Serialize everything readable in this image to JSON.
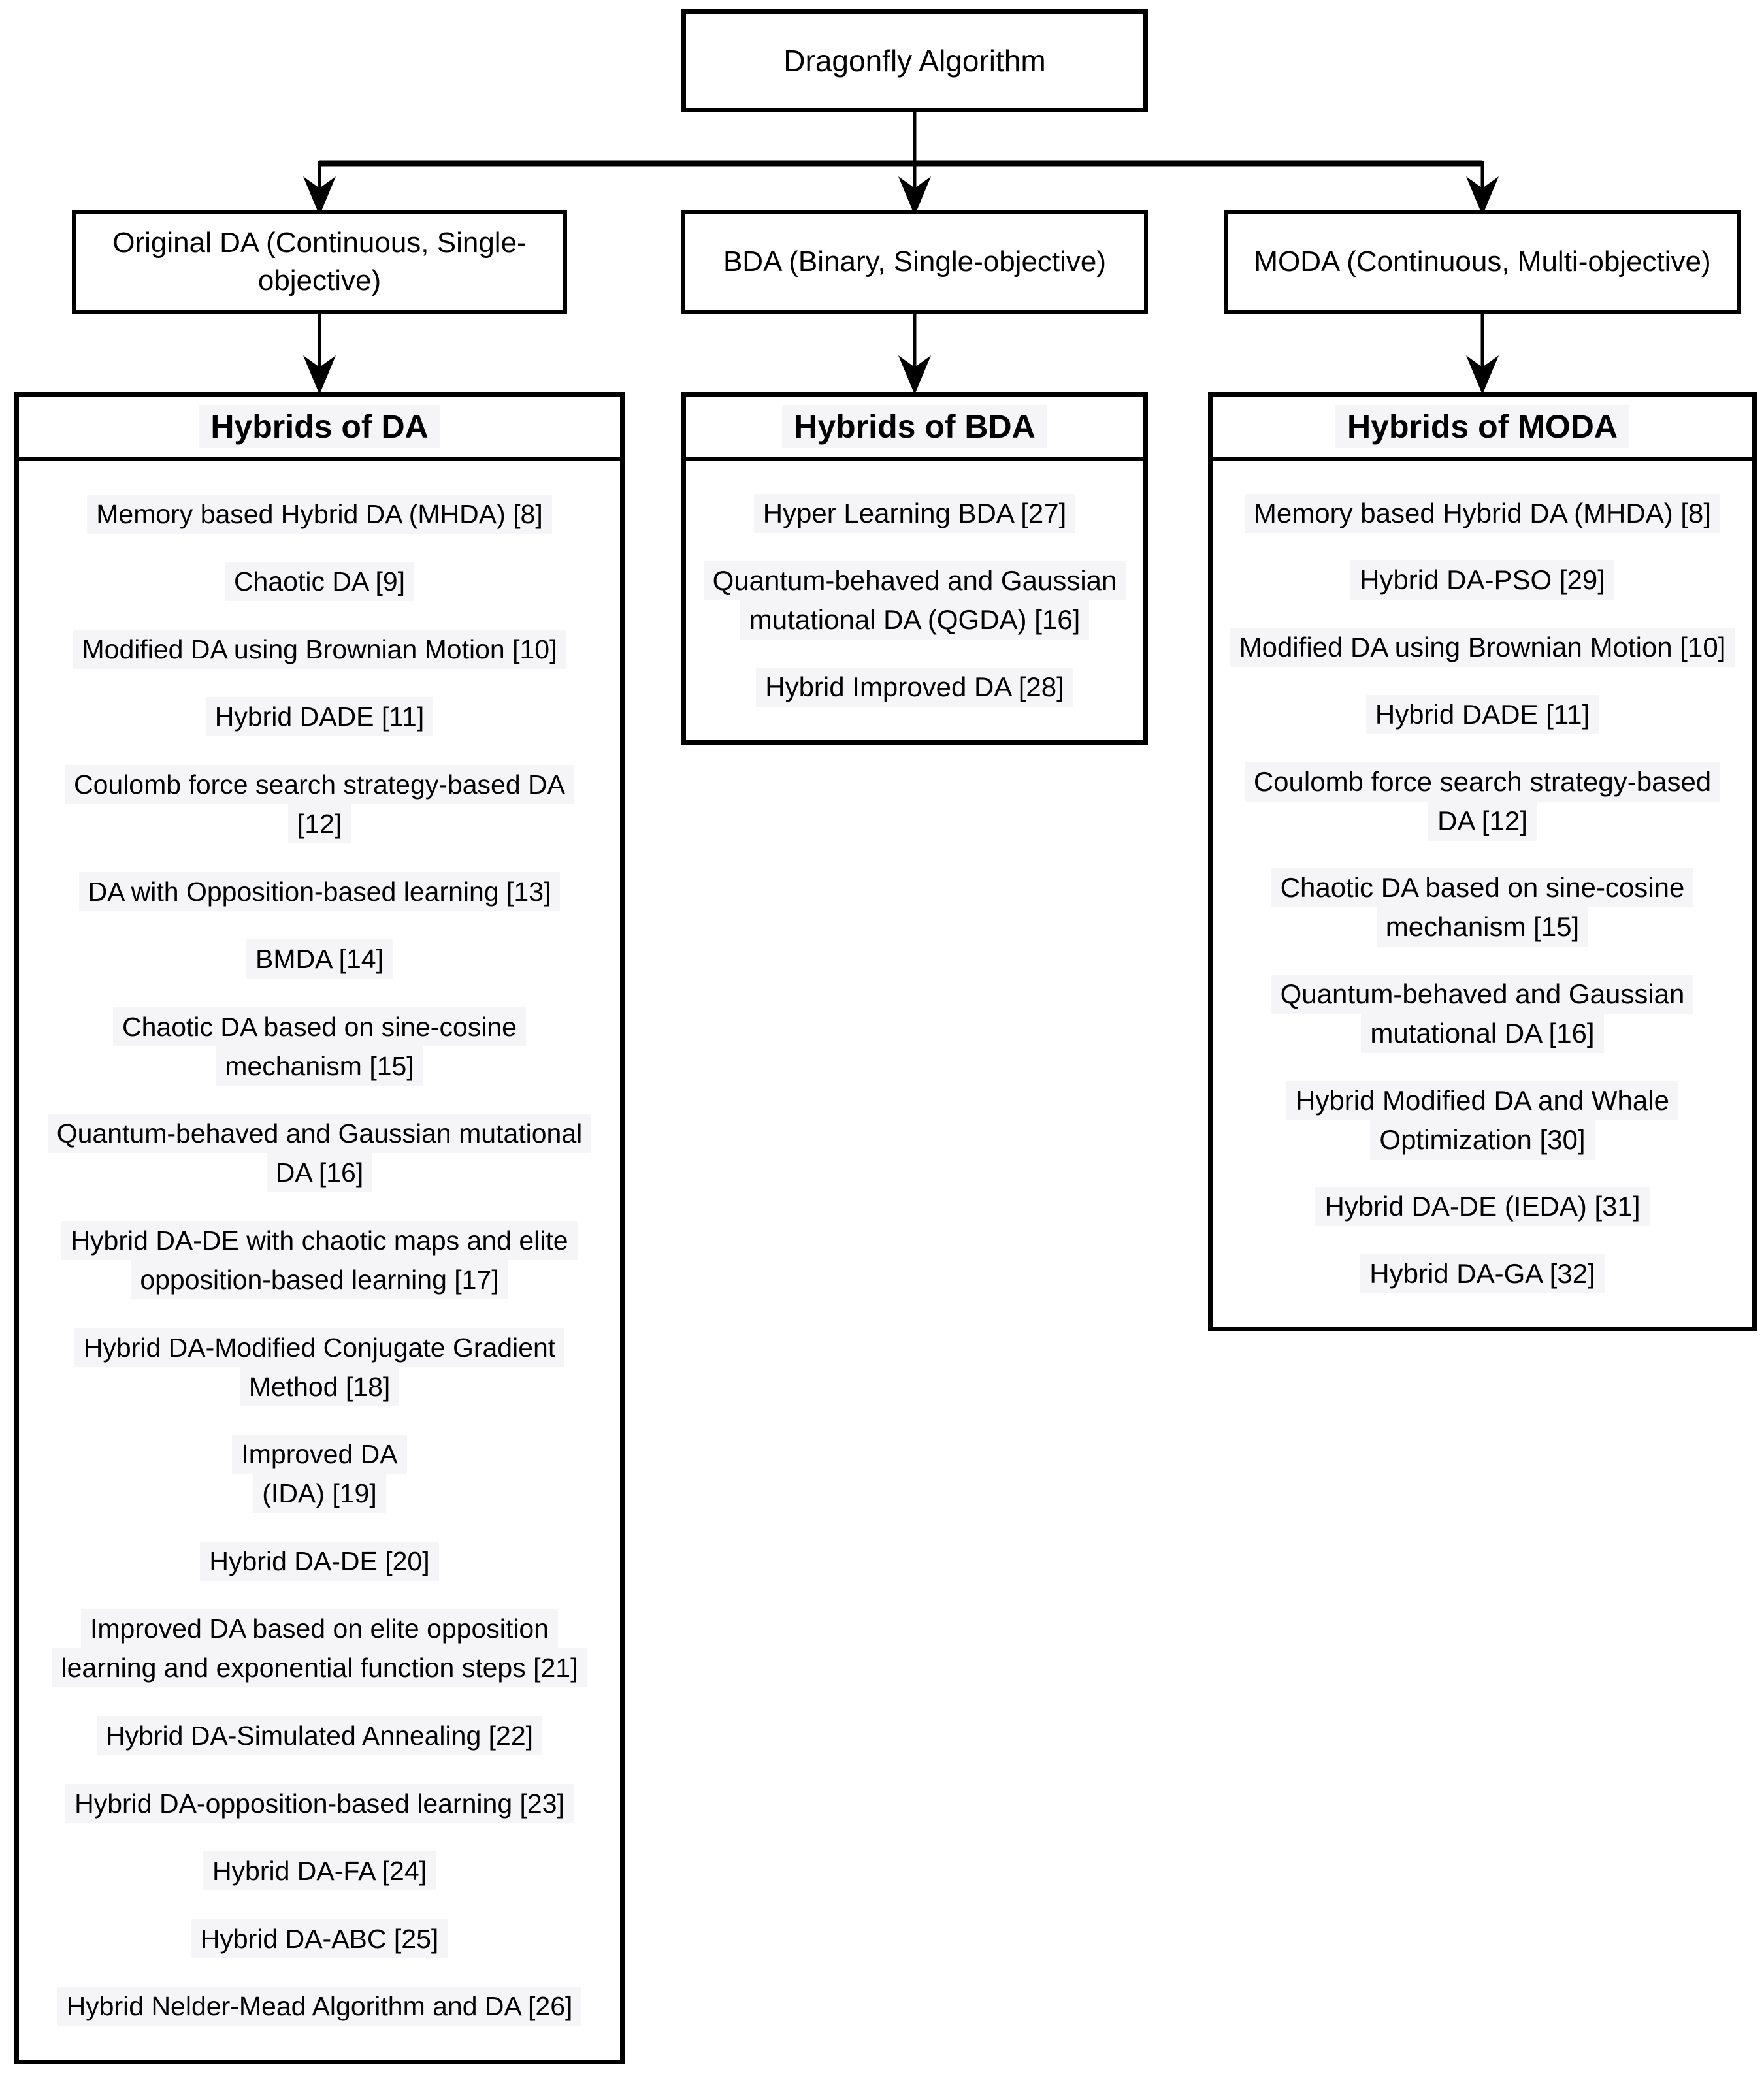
{
  "root": {
    "label": "Dragonfly Algorithm"
  },
  "branches": [
    {
      "id": "original-da",
      "label_lines": [
        "Original DA (Continuous, Single-",
        "objective)"
      ]
    },
    {
      "id": "bda",
      "label_lines": [
        "BDA (Binary, Single-objective)"
      ]
    },
    {
      "id": "moda",
      "label_lines": [
        "MODA (Continuous, Multi-objective)"
      ]
    }
  ],
  "lists": [
    {
      "title": "Hybrids of DA",
      "items": [
        {
          "lines": [
            "Memory based Hybrid DA (MHDA)  [8]"
          ]
        },
        {
          "lines": [
            "Chaotic DA [9]"
          ]
        },
        {
          "lines": [
            "Modified DA using Brownian Motion  [10]"
          ]
        },
        {
          "lines": [
            "Hybrid DADE  [11]"
          ]
        },
        {
          "lines": [
            "Coulomb force search strategy-based DA",
            "[12]"
          ]
        },
        {
          "lines": [
            "DA with Opposition-based learning  [13]"
          ]
        },
        {
          "lines": [
            "BMDA [14]"
          ]
        },
        {
          "lines": [
            "Chaotic DA based on sine-cosine",
            "mechanism  [15]"
          ]
        },
        {
          "lines": [
            "Quantum-behaved and Gaussian mutational",
            "DA  [16]"
          ]
        },
        {
          "lines": [
            "Hybrid DA-DE with chaotic maps and elite",
            "opposition-based learning  [17]"
          ]
        },
        {
          "lines": [
            "Hybrid DA-Modified Conjugate Gradient",
            "Method  [18]"
          ]
        },
        {
          "lines": [
            "Improved DA",
            "(IDA)  [19]"
          ]
        },
        {
          "lines": [
            "Hybrid DA-DE  [20]"
          ]
        },
        {
          "lines": [
            "Improved DA based on elite opposition",
            "learning and exponential function steps  [21]"
          ]
        },
        {
          "lines": [
            "Hybrid DA-Simulated Annealing  [22]"
          ]
        },
        {
          "lines": [
            "Hybrid DA-opposition-based learning  [23]"
          ]
        },
        {
          "lines": [
            "Hybrid DA-FA  [24]"
          ]
        },
        {
          "lines": [
            "Hybrid DA-ABC  [25]"
          ]
        },
        {
          "lines": [
            "Hybrid Nelder-Mead Algorithm and DA  [26]"
          ]
        }
      ]
    },
    {
      "title": "Hybrids of BDA",
      "items": [
        {
          "lines": [
            "Hyper Learning BDA [27]"
          ]
        },
        {
          "lines": [
            "Quantum-behaved and Gaussian",
            "mutational DA (QGDA)  [16]"
          ]
        },
        {
          "lines": [
            "Hybrid Improved DA  [28]"
          ]
        }
      ]
    },
    {
      "title": "Hybrids of MODA",
      "items": [
        {
          "lines": [
            "Memory based Hybrid DA (MHDA)  [8]"
          ]
        },
        {
          "lines": [
            "Hybrid DA-PSO  [29]"
          ]
        },
        {
          "lines": [
            "Modified DA using Brownian Motion  [10]"
          ]
        },
        {
          "lines": [
            "Hybrid DADE  [11]"
          ]
        },
        {
          "lines": [
            "Coulomb force search strategy-based",
            "DA  [12]"
          ]
        },
        {
          "lines": [
            "Chaotic DA based on sine-cosine",
            "mechanism  [15]"
          ]
        },
        {
          "lines": [
            "Quantum-behaved and Gaussian",
            "mutational DA  [16]"
          ]
        },
        {
          "lines": [
            "Hybrid Modified DA and Whale",
            "Optimization  [30]"
          ]
        },
        {
          "lines": [
            "Hybrid DA-DE (IEDA)  [31]"
          ]
        },
        {
          "lines": [
            "Hybrid DA-GA  [32]"
          ]
        }
      ]
    }
  ],
  "colors": {
    "line": "#000000",
    "text": "#000000",
    "box_background": "#ffffff",
    "text_highlight": "#f5f5f7"
  }
}
